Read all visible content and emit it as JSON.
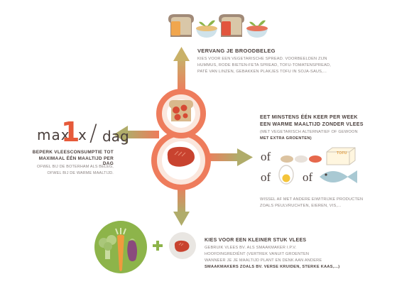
{
  "colors": {
    "orange": "#ee7c5c",
    "tan": "#cfa56f",
    "olive": "#b0ac6a",
    "steak": "#c8432f",
    "green": "#8db44a",
    "dark_text": "#4a3f3c",
    "light_text": "#8a8280"
  },
  "icons": [
    "bread-spread-icon",
    "veggie-bowl-icon",
    "bread-tomato-icon",
    "steak-icon",
    "bean-icon",
    "tofu-icon",
    "egg-icon",
    "fish-icon",
    "broccoli-icon",
    "carrot-icon",
    "eggplant-icon",
    "plus-icon"
  ],
  "top": {
    "title": "VERVANG JE BROODBELEG",
    "lines": [
      "KIES VOOR EEN VEGETARISCHE SPREAD. VOORBEELDEN ZIJN",
      "HUMMUS, RODE BIETEN-FETA SPREAD, TOFU-TOMATENSPREAD,",
      "PATÉ VAN LINZEN, GEBAKKEN PLAKJES TOFU IN SOJA-SAUS,..."
    ]
  },
  "left": {
    "max_prefix": "max",
    "max_number": "1",
    "max_x": "x",
    "max_slash": "/",
    "max_suffix": "dag",
    "heading_lines": [
      "BEPERK VLEESCONSUMPTIE TOT",
      "MAXIMAAL ÉÉN MAALTIJD PER DAG"
    ],
    "text_lines": [
      "OFWEL BIJ DE BOTERHAM ALS BELEG,",
      "OFWEL BIJ DE WARME MAALTIJD."
    ]
  },
  "right": {
    "heading_lines": [
      "EET MINSTENS ÉÉN KEER PER WEEK",
      "EEN WARME MAALTIJD ZONDER VLEES"
    ],
    "sub_line1": "(MET VEGETARISCH ALTERNATIEF OF GEWOON",
    "sub_line2": "MET EXTRA GROENTEN)",
    "of": "of",
    "tofu_label": "TOFU",
    "text_lines": [
      "WISSEL AF MET ANDERE EIWITRIJKE PRODUCTEN",
      "ZOALS PEULVRUCHTEN, EIEREN, VIS,..."
    ]
  },
  "bottom": {
    "heading": "KIES VOOR EEN KLEINER STUK VLEES",
    "text_lines": [
      "GEBRUIK VLEES BV. ALS SMAAKMAKER I.P.V.",
      "HOOFDINGREDIËNT (VERTREK VANUIT GROENTEN",
      "WANNEER JE JE MAALTIJD PLANT EN DENK AAN ANDERE",
      "SMAAKMAKERS ZOALS BV. VERSE KRUIDEN, STERKE KAAS,...)"
    ]
  }
}
